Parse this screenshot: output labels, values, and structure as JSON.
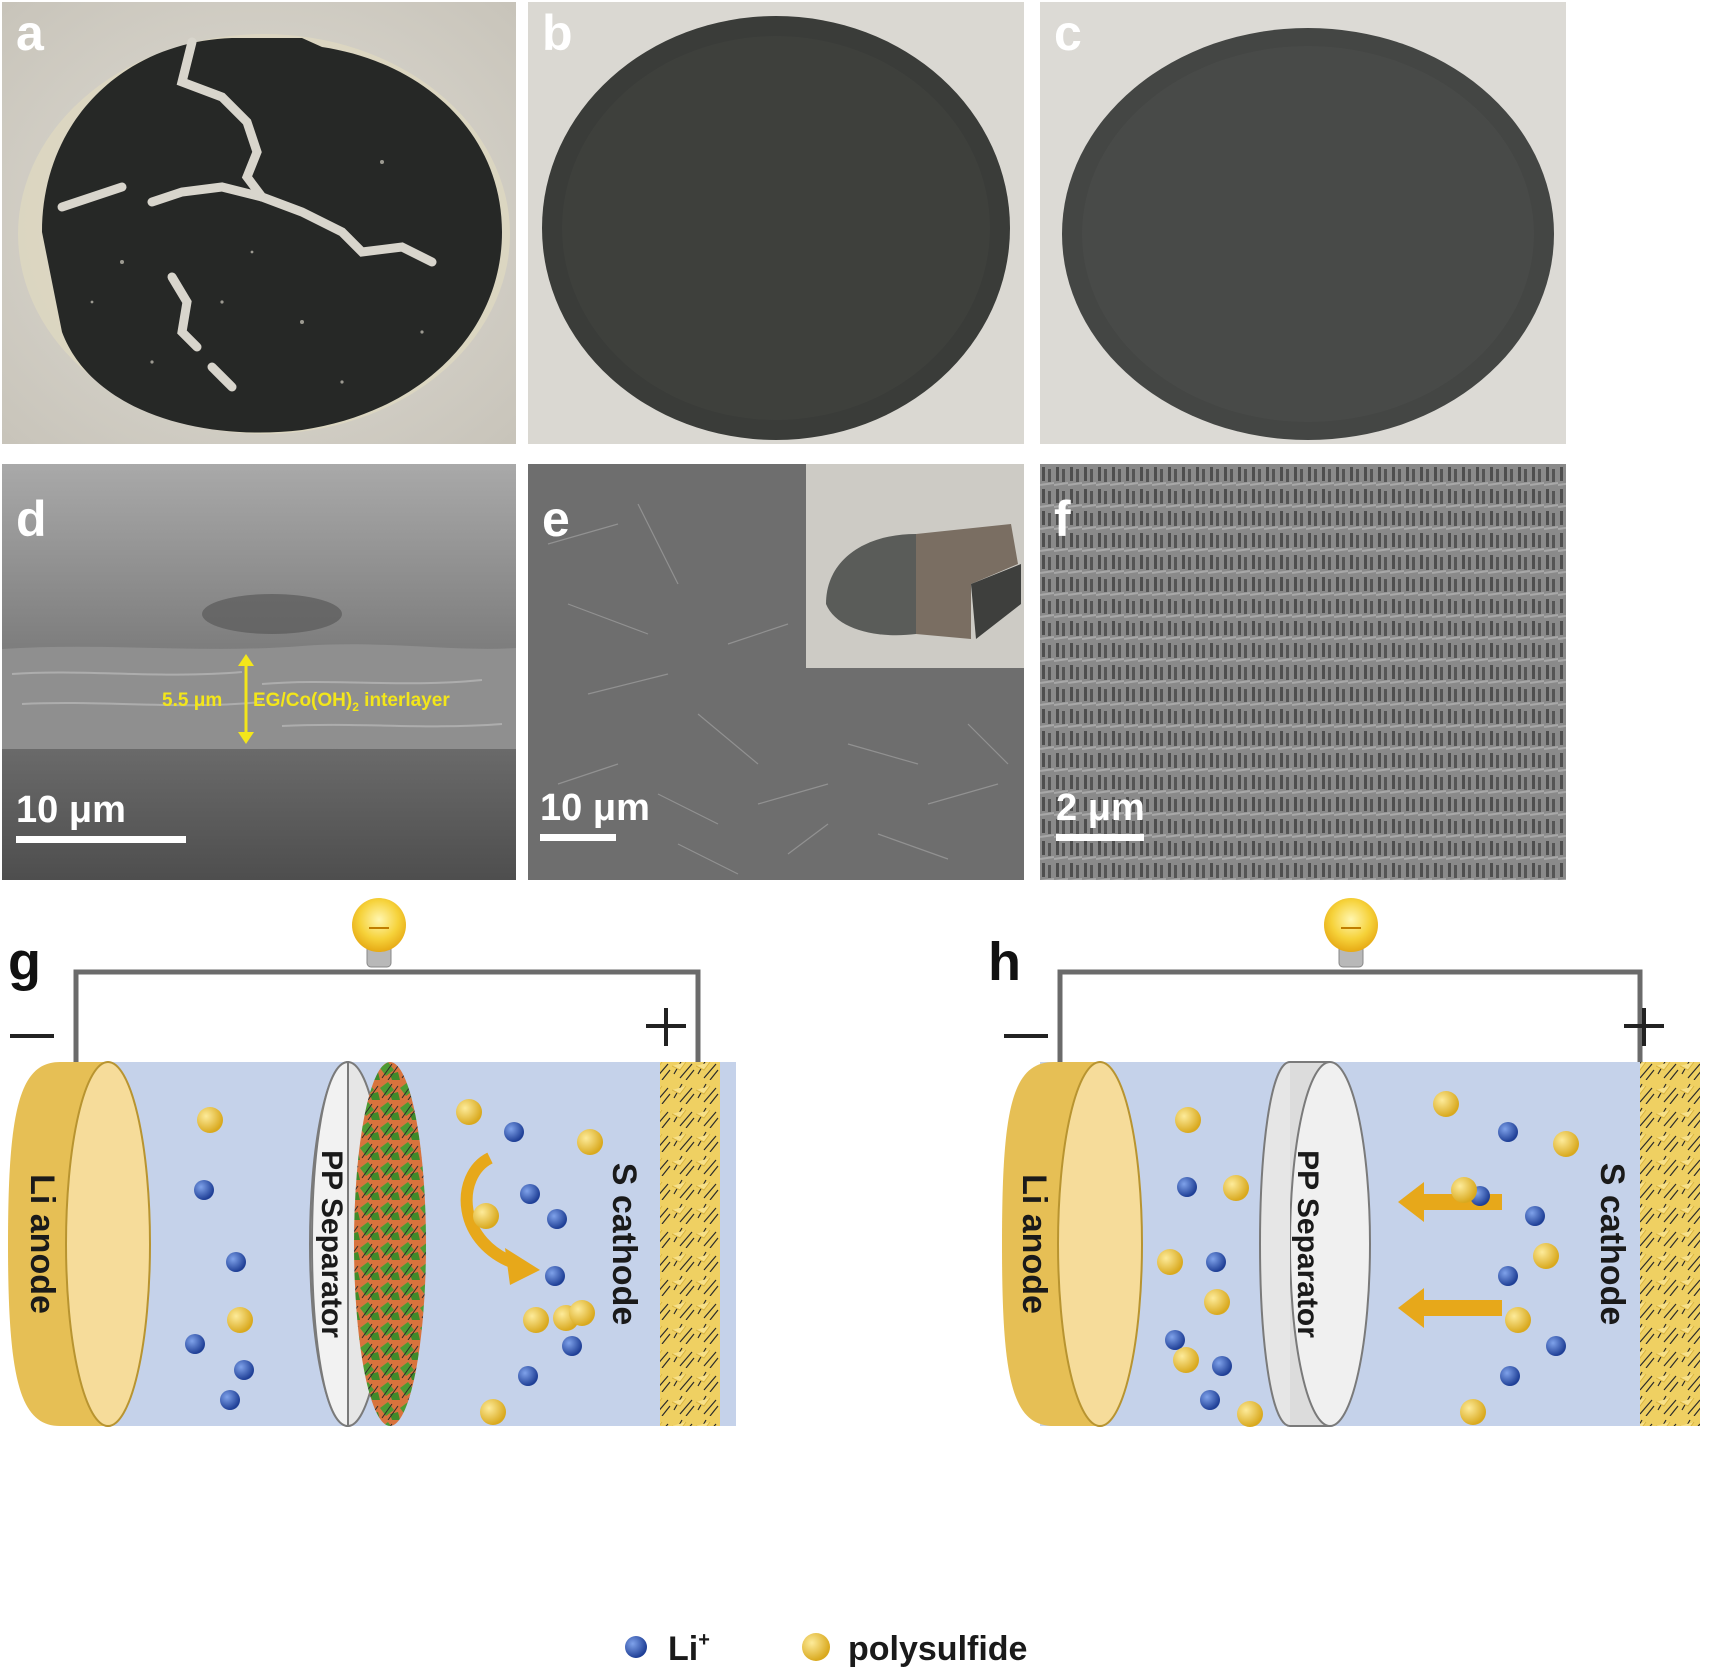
{
  "panels": {
    "a": {
      "label": "a"
    },
    "b": {
      "label": "b"
    },
    "c": {
      "label": "c"
    },
    "d": {
      "label": "d",
      "scale_bar": "10 μm",
      "thickness": "5.5 μm",
      "layer_name": "EG/Co(OH)",
      "layer_sub": "2",
      "layer_suffix": " interlayer"
    },
    "e": {
      "label": "e",
      "scale_bar": "10 μm"
    },
    "f": {
      "label": "f",
      "scale_bar": "2 μm"
    },
    "g": {
      "label": "g",
      "minus": "—",
      "plus": "+",
      "anode": "Li anode",
      "separator": "PP Separator",
      "cathode": "S cathode"
    },
    "h": {
      "label": "h",
      "minus": "—",
      "plus": "+",
      "anode": "Li anode",
      "separator": "PP Separator",
      "cathode": "S cathode"
    }
  },
  "legend": {
    "li_ion": "Li",
    "li_sup": "+",
    "polysulfide": "polysulfide"
  },
  "colors": {
    "electrolyte": "#c5d2ea",
    "li_ion": "#2f57b5",
    "polysulfide": "#f1c93f",
    "anode_gold": "#e6bf55",
    "interlayer_orange": "#d8733d",
    "interlayer_green": "#4d9a33",
    "arrow": "#e7a81a",
    "label_yellow": "#f3e61a"
  }
}
